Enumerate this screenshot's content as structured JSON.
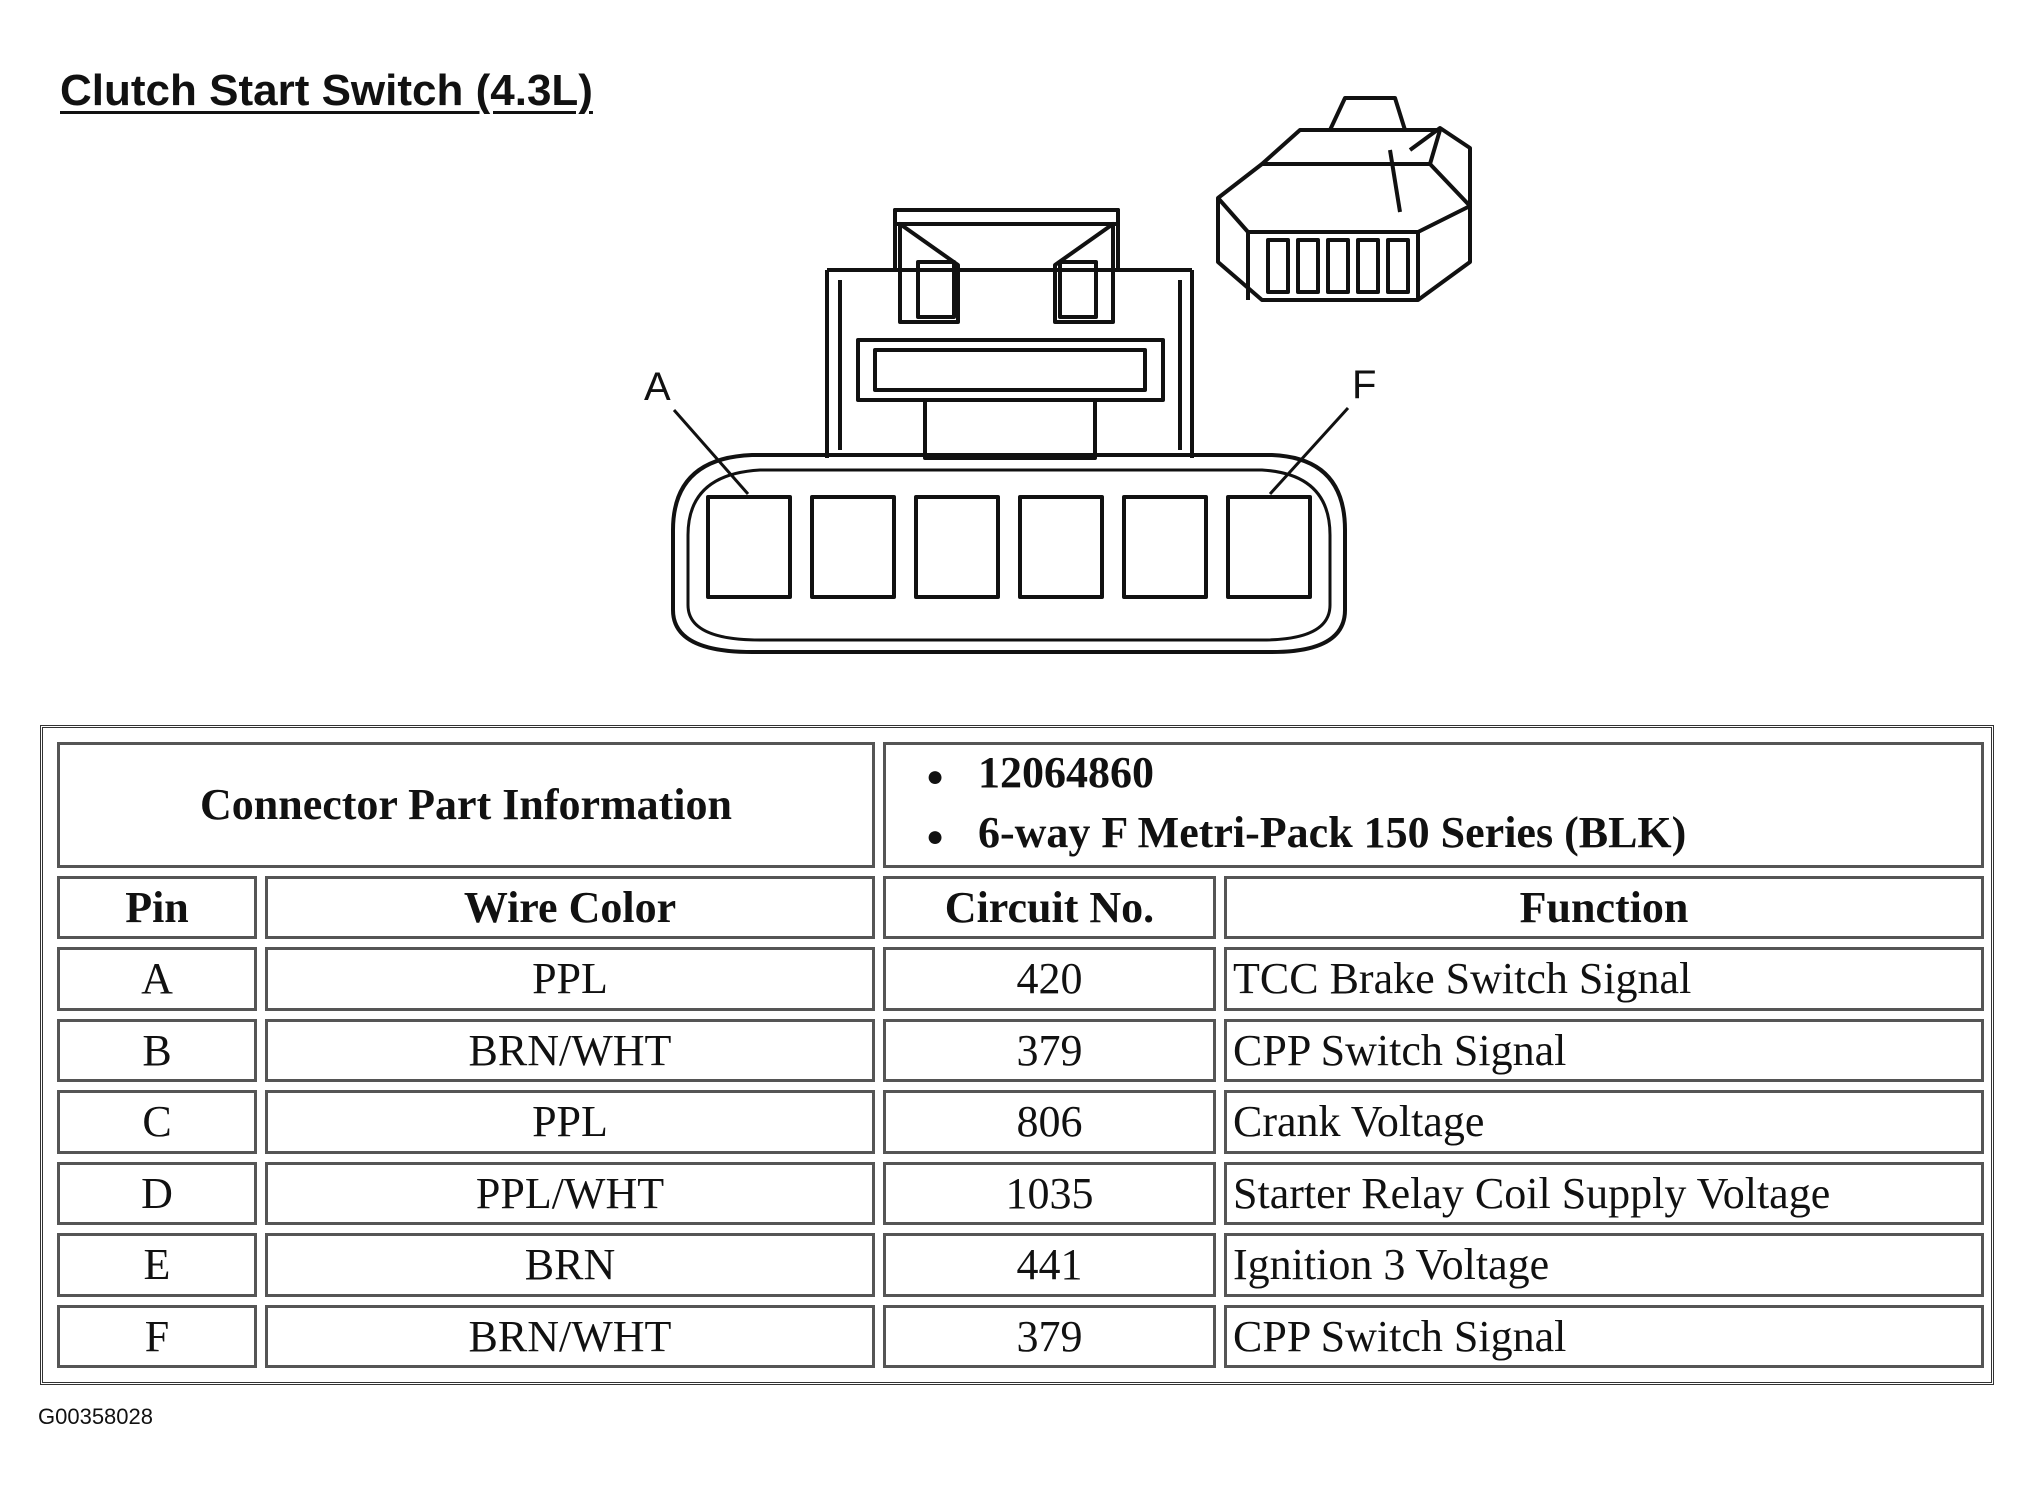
{
  "title": "Clutch Start Switch (4.3L)",
  "diagram": {
    "pin_labels": [
      "A",
      "F"
    ]
  },
  "connector_info": {
    "label": "Connector Part Information",
    "items": [
      "12064860",
      "6-way F Metri-Pack 150 Series (BLK)"
    ]
  },
  "table": {
    "headers": [
      "Pin",
      "Wire Color",
      "Circuit No.",
      "Function"
    ],
    "rows": [
      [
        "A",
        "PPL",
        "420",
        "TCC Brake Switch Signal"
      ],
      [
        "B",
        "BRN/WHT",
        "379",
        "CPP Switch Signal"
      ],
      [
        "C",
        "PPL",
        "806",
        "Crank Voltage"
      ],
      [
        "D",
        "PPL/WHT",
        "1035",
        "Starter Relay Coil Supply Voltage"
      ],
      [
        "E",
        "BRN",
        "441",
        "Ignition 3 Voltage"
      ],
      [
        "F",
        "BRN/WHT",
        "379",
        "CPP Switch Signal"
      ]
    ]
  },
  "footer_code": "G00358028"
}
